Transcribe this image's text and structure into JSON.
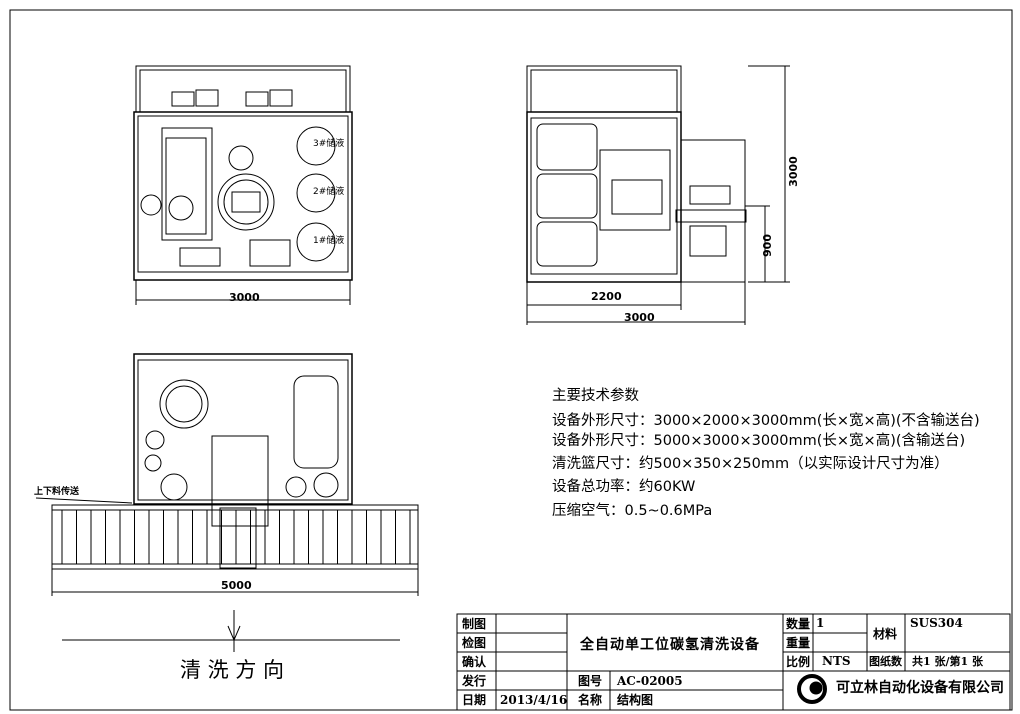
{
  "front_view": {
    "tanks": [
      "3#储液",
      "2#储液",
      "1#储液"
    ],
    "width_dim": "3000"
  },
  "side_view": {
    "dim_inner": "2200",
    "dim_outer": "3000",
    "dim_height": "3000",
    "dim_conveyor_height": "900"
  },
  "top_view": {
    "conveyor_label": "上下料传送",
    "length_dim": "5000"
  },
  "direction_label": "清 洗 方 向",
  "specs": {
    "heading": "主要技术参数",
    "lines": [
      "设备外形尺寸：3000×2000×3000mm(长×宽×高)(不含输送台)",
      "设备外形尺寸：5000×3000×3000mm(长×宽×高)(含输送台)",
      "清洗篮尺寸：约500×350×250mm（以实际设计尺寸为准）",
      "设备总功率：约60KW",
      "压缩空气：0.5~0.6MPa"
    ]
  },
  "title_block": {
    "drawn_label": "制图",
    "checked_label": "检图",
    "confirm_label": "确认",
    "issue_label": "发行",
    "date_label": "日期",
    "date": "2013/4/16",
    "title": "全自动单工位碳氢清洗设备",
    "drawing_no_label": "图号",
    "drawing_no": "AC-02005",
    "name_label": "名称",
    "name": "结构图",
    "qty_label": "数量",
    "qty": "1",
    "weight_label": "重量",
    "scale_label": "比例",
    "scale": "NTS",
    "material_label": "材料",
    "material": "SUS304",
    "sheets_label": "图纸数",
    "sheets": "共1 张/第1 张",
    "company": "可立林自动化设备有限公司"
  }
}
